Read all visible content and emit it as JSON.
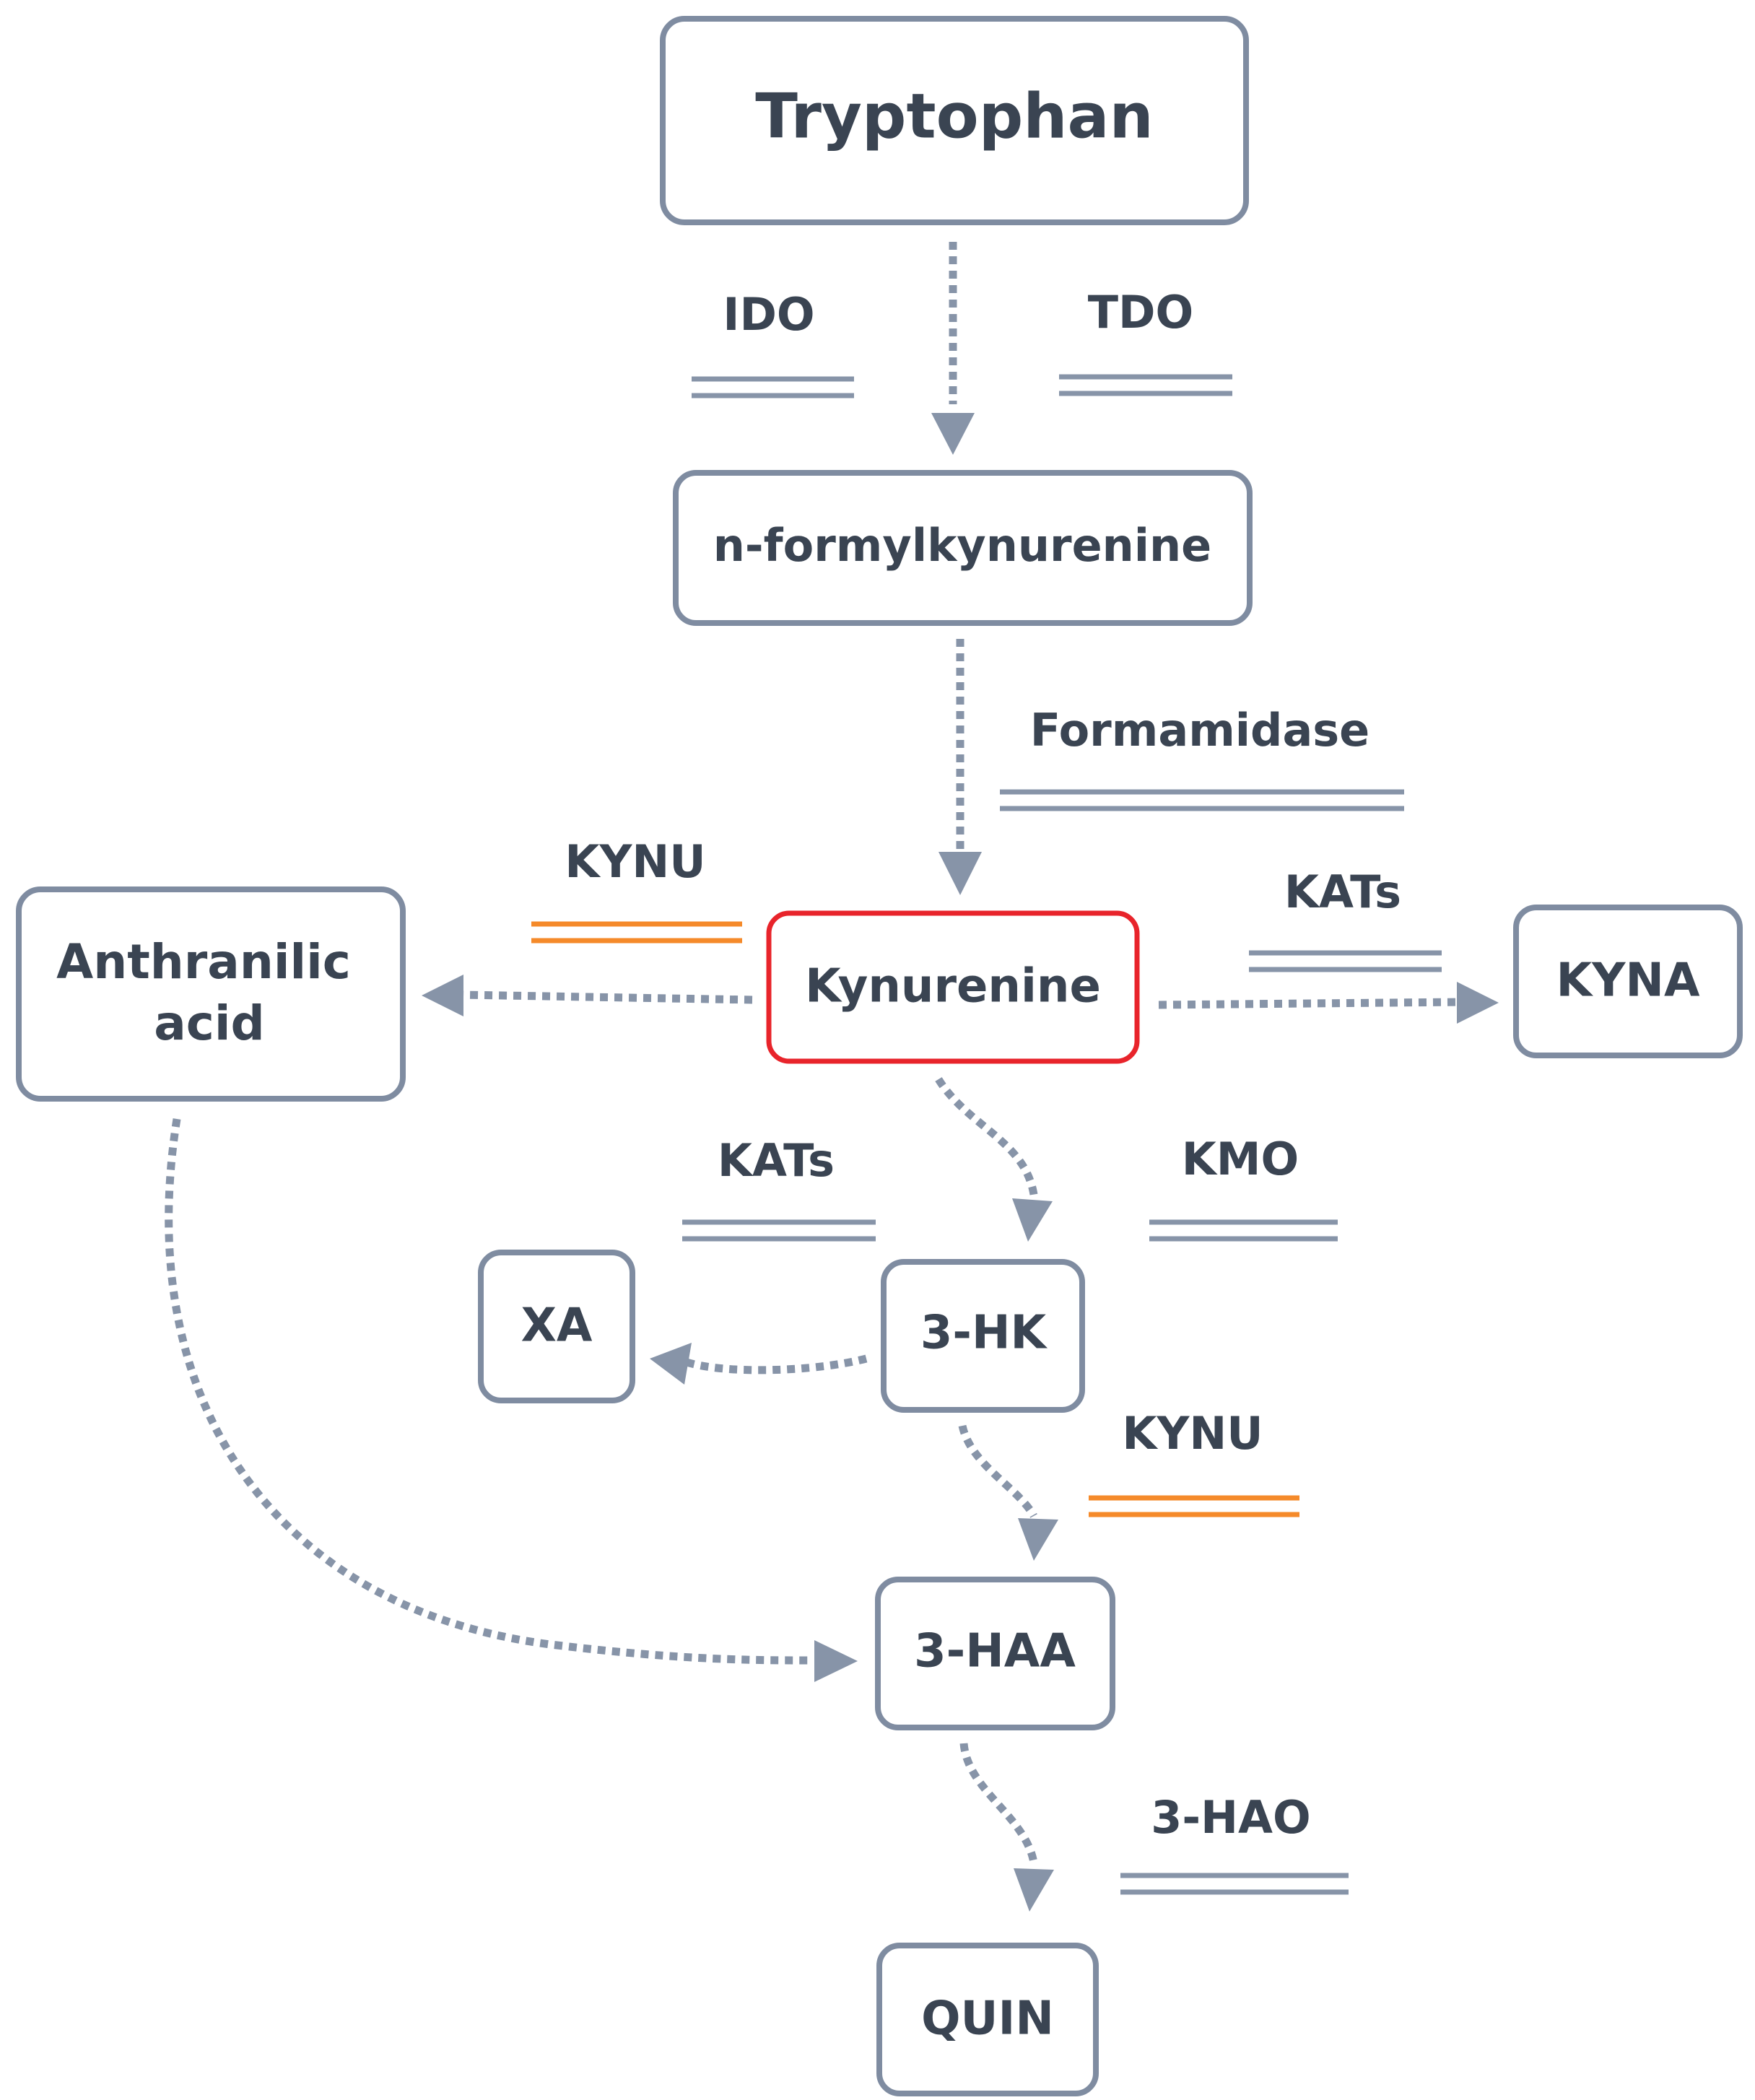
{
  "colors": {
    "box_stroke": "#7f8ca1",
    "highlight_stroke": "#e8242b",
    "arrow": "#8794a8",
    "enzyme_bar_grey": "#8794a8",
    "enzyme_bar_orange": "#f58a2a",
    "text": "#3a4452"
  },
  "nodes": {
    "tryptophan": "Tryptophan",
    "n_formylkynurenine": "n-formylkynurenine",
    "kynurenine": "Kynurenine",
    "anthranilic_acid_line1": "Anthranilic",
    "anthranilic_acid_line2": "acid",
    "kyna": "KYNA",
    "xa": "XA",
    "three_hk": "3-HK",
    "three_haa": "3-HAA",
    "quin": "QUIN"
  },
  "enzymes": {
    "ido": "IDO",
    "tdo": "TDO",
    "formamidase": "Formamidase",
    "kynu_left": "KYNU",
    "kats_right": "KATs",
    "kats_lower": "KATs",
    "kmo": "KMO",
    "kynu_lower": "KYNU",
    "three_hao": "3-HAO"
  }
}
